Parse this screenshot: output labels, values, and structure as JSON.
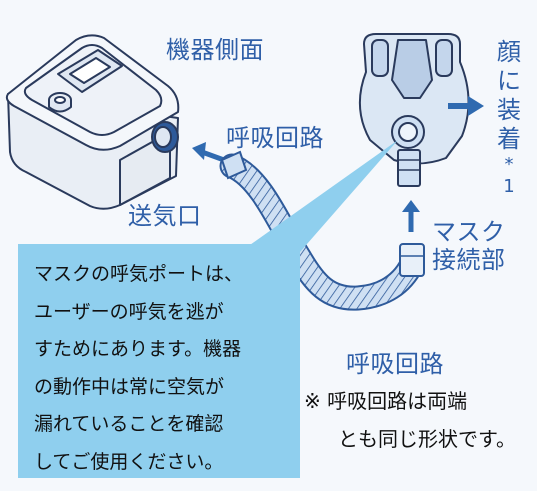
{
  "labels": {
    "device_side": "機器側面",
    "air_outlet": "送気口",
    "tube_top": "呼吸回路",
    "tube_bottom": "呼吸回路",
    "mask_connection": [
      "マスク",
      "接続部"
    ],
    "face_wear": [
      "顔",
      "に",
      "装",
      "着"
    ],
    "face_wear_note": [
      "*",
      "1"
    ]
  },
  "callout_lines": [
    "マスクの呼気ポートは、",
    "ユーザーの呼気を逃が",
    "すためにあります。機器",
    "の動作中は常に空気が",
    "漏れていることを確認",
    "してご使用ください。"
  ],
  "note_lines": [
    "※ 呼吸回路は両端",
    "とも同じ形状です。"
  ],
  "icons": {
    "device": "cpap-device-icon",
    "tube": "corrugated-tube-icon",
    "mask": "full-face-mask-icon"
  },
  "colors": {
    "text": "#2f5fa8",
    "callout_bg": "#8fcfee",
    "arrow": "#2f6ab0",
    "mask_fill": "#dbe7f4",
    "tube_fill": "#cfe0f3",
    "page_bg": "#f5f8fc"
  }
}
